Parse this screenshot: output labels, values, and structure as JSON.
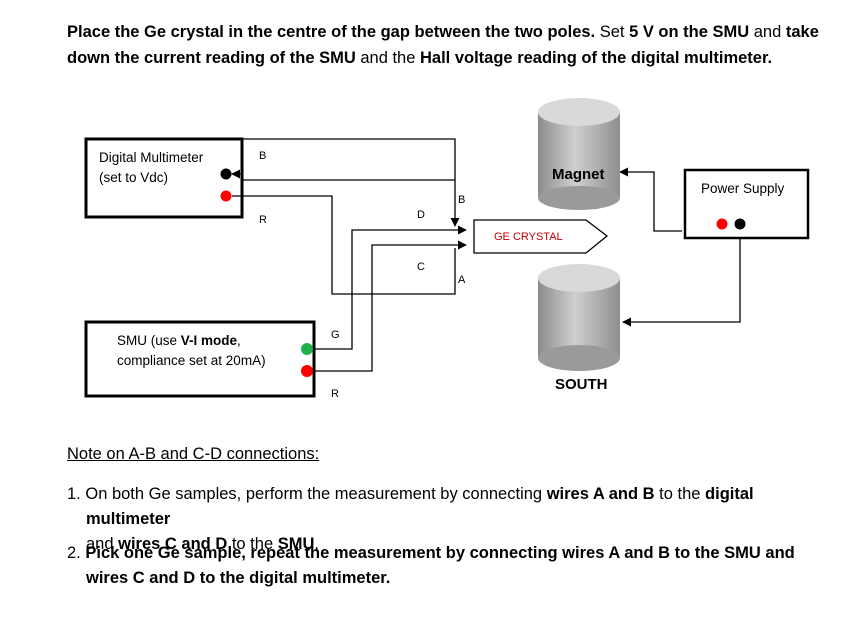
{
  "instructions": {
    "part1": "Place the Ge crystal in the centre of the gap between the two poles.",
    "part2": " Set ",
    "part3": "5 V on the SMU",
    "part4": " and ",
    "part5": "take",
    "part6": "down the current reading of the SMU",
    "part7": " and the ",
    "part8": "Hall voltage reading of the digital multimeter."
  },
  "diagram": {
    "multimeter_line1": "Digital Multimeter",
    "multimeter_line2": "(set to Vdc)",
    "smu_line1_pre": "SMU (use ",
    "smu_line1_bold": "V-I mode",
    "smu_line1_post": ",",
    "smu_line2": "compliance set at 20mA)",
    "power_supply": "Power Supply",
    "magnet_label": "Magnet",
    "south_label": "SOUTH",
    "crystal_label": "GE CRYSTAL",
    "wire_B_top": "B",
    "wire_R_mm": "R",
    "wire_G": "G",
    "wire_R_smu": "R",
    "wire_D": "D",
    "wire_C": "C",
    "wire_B_crystal": "B",
    "wire_A": "A",
    "colors": {
      "red_terminal": "#ff0000",
      "black_terminal": "#000000",
      "green_terminal": "#1db34a",
      "arrow": "#000000",
      "crystal_text": "#c00000",
      "magnet_body": "#a6a6a6"
    }
  },
  "notes": {
    "heading": "Note on A-B and C-D connections:",
    "item1_num": "1.",
    "item1_a": "On both Ge samples, perform the measurement by connecting ",
    "item1_b": "wires A and B",
    "item1_c": " to the ",
    "item1_d": "digital multimeter",
    "item1_e": " and ",
    "item1_f": "wires C and D",
    "item1_g": " to the ",
    "item1_h": "SMU",
    "item1_i": ".",
    "item2_num": "2.",
    "item2": "Pick one Ge sample, repeat the measurement by connecting wires A and B to the SMU and wires C and D to the digital multimeter."
  }
}
